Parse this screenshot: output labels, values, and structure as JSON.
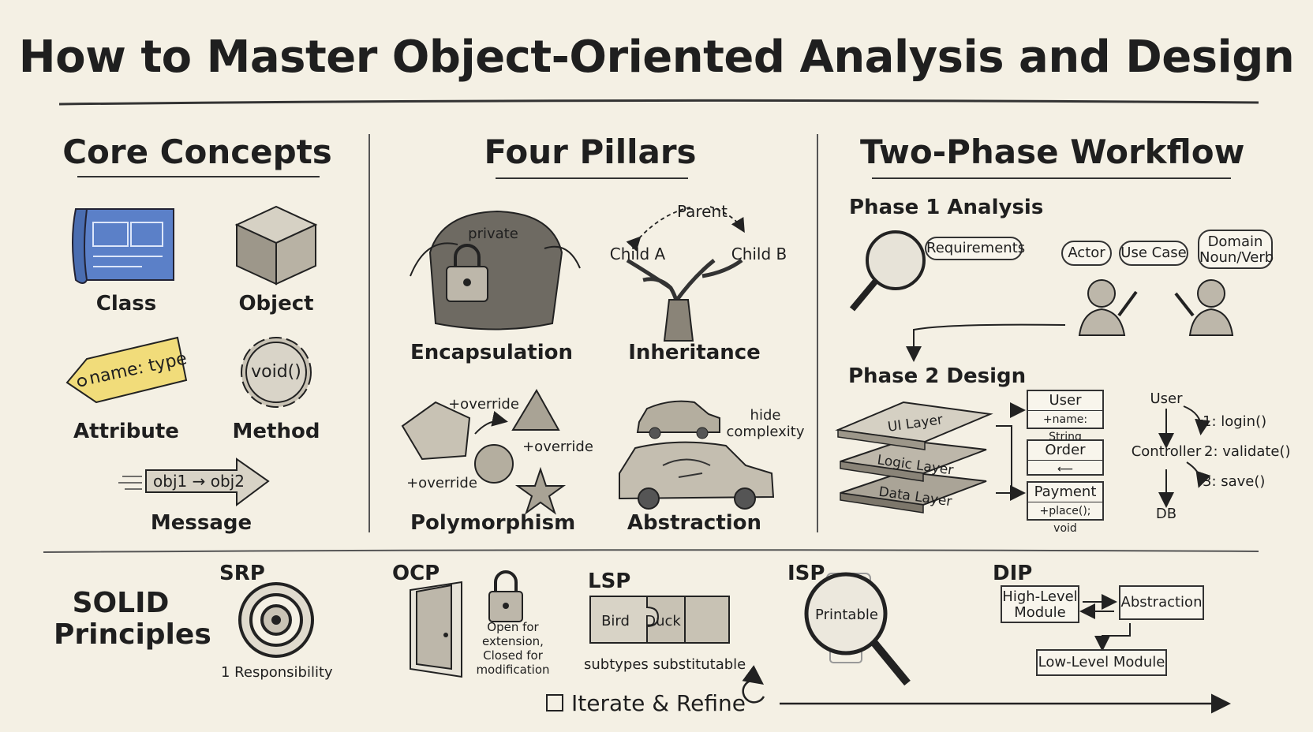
{
  "title": "How to Master Object-Oriented Analysis and Design",
  "core_concepts": {
    "heading": "Core Concepts",
    "class_label": "Class",
    "object_label": "Object",
    "attribute_tag": "name: type",
    "attribute_label": "Attribute",
    "method_gear": "void()",
    "method_label": "Method",
    "message_arrow": "obj1 → obj2",
    "message_label": "Message"
  },
  "four_pillars": {
    "heading": "Four Pillars",
    "encapsulation_tag": "private",
    "encapsulation_label": "Encapsulation",
    "inheritance_parent": "Parent",
    "inheritance_child_a": "Child A",
    "inheritance_child_b": "Child B",
    "inheritance_label": "Inheritance",
    "polymorphism_override_1": "+override",
    "polymorphism_override_2": "+override",
    "polymorphism_override_3": "+override",
    "polymorphism_label": "Polymorphism",
    "abstraction_note_1": "hide",
    "abstraction_note_2": "complexity",
    "abstraction_label": "Abstraction"
  },
  "workflow": {
    "heading": "Two-Phase Workflow",
    "phase1": "Phase 1 Analysis",
    "requirements": "Requirements",
    "actor": "Actor",
    "use_case": "Use Case",
    "domain_1": "Domain",
    "domain_2": "Noun/Verb",
    "phase2": "Phase 2 Design",
    "ui_layer": "UI Layer",
    "logic_layer": "Logic Layer",
    "data_layer": "Data Layer",
    "user_class": "User",
    "user_attr": "+name: String",
    "order_class": "Order",
    "payment_class": "Payment",
    "payment_methods": "+place(); void",
    "seq_user": "User",
    "seq_controller": "Controller",
    "seq_db": "DB",
    "seq_1": "1: login()",
    "seq_2": "2: validate()",
    "seq_3": "3: save()"
  },
  "solid": {
    "heading_1": "SOLID",
    "heading_2": "Principles",
    "srp": "SRP",
    "srp_caption": "1 Responsibility",
    "ocp": "OCP",
    "ocp_caption_1": "Open for",
    "ocp_caption_2": "extension,",
    "ocp_caption_3": "Closed for",
    "ocp_caption_4": "modification",
    "lsp": "LSP",
    "lsp_bird": "Bird",
    "lsp_duck": "Duck",
    "lsp_caption": "subtypes substitutable",
    "isp": "ISP",
    "isp_printable": "Printable",
    "dip": "DIP",
    "dip_high_1": "High-Level",
    "dip_high_2": "Module",
    "dip_abstraction": "Abstraction",
    "dip_low": "Low-Level Module"
  },
  "footer": {
    "iterate": "Iterate & Refine"
  },
  "colors": {
    "background": "#f4f0e4",
    "ink": "#1f1f1f",
    "blueprint": "#5b80c8",
    "tag_yellow": "#f1dc7a"
  }
}
